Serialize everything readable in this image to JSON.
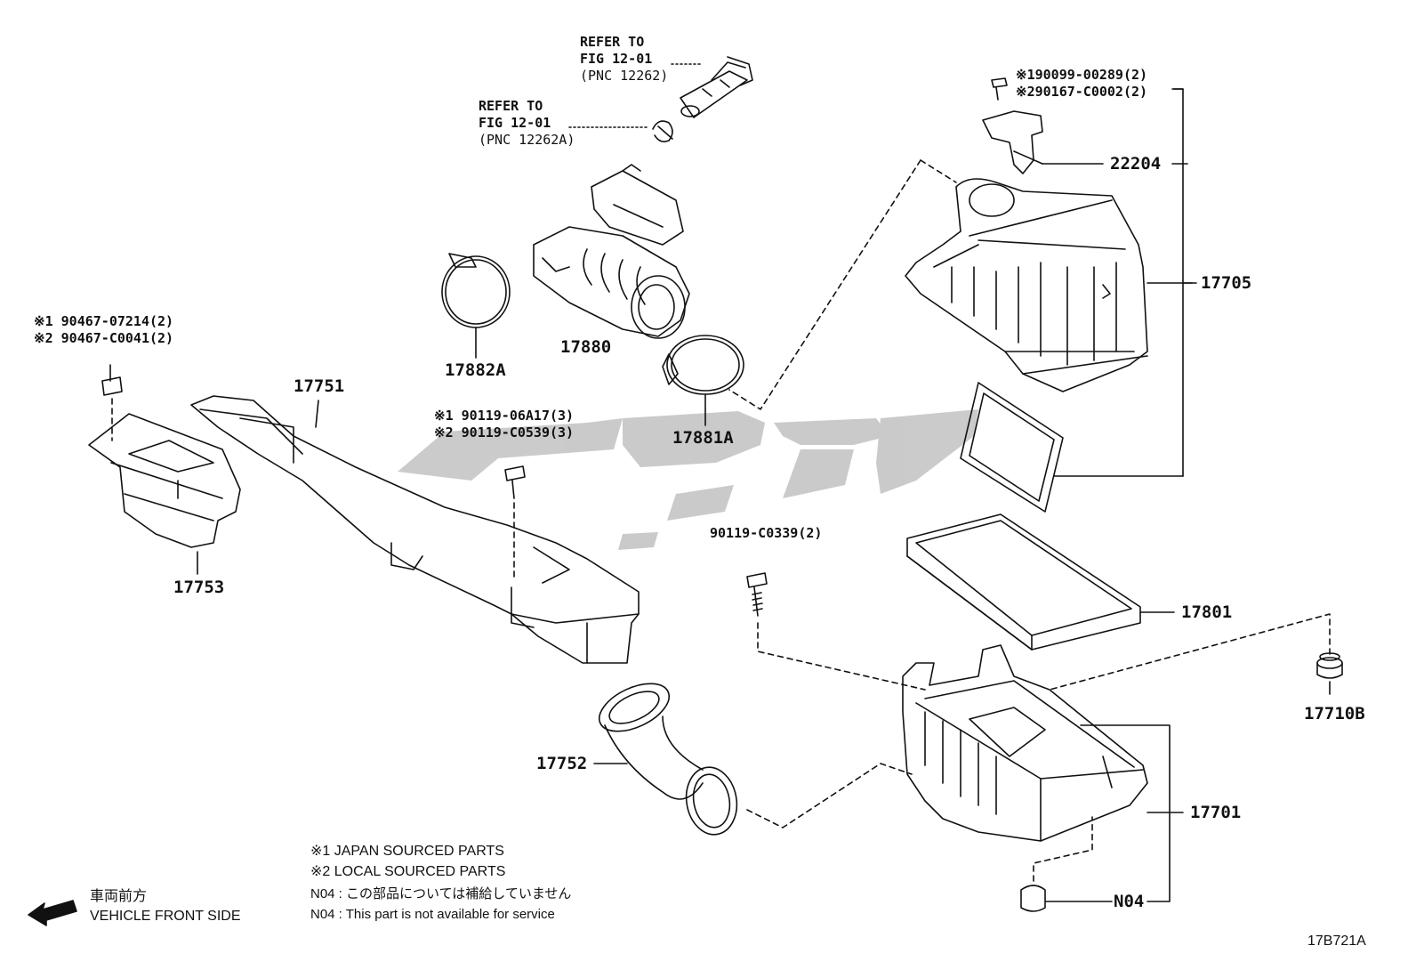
{
  "refs": {
    "ref1": {
      "line1": "REFER TO",
      "line2": "FIG 12-01",
      "line3": "(PNC 12262)"
    },
    "ref2": {
      "line1": "REFER TO",
      "line2": "FIG 12-01",
      "line3": "(PNC 12262A)"
    }
  },
  "fastener_notes": {
    "bolt_22204": {
      "line1": "※190099-00289(2)",
      "line2": "※290167-C0002(2)"
    },
    "bolt_17753": {
      "line1": "※1 90467-07214(2)",
      "line2": "※2 90467-C0041(2)"
    },
    "bolt_17751": {
      "line1": "※1 90119-06A17(3)",
      "line2": "※2 90119-C0539(3)"
    },
    "bolt_17701": {
      "line1": "90119-C0339(2)"
    }
  },
  "parts": {
    "p22204": "22204",
    "p17705": "17705",
    "p17880": "17880",
    "p17882A": "17882A",
    "p17881A": "17881A",
    "p17751": "17751",
    "p17753": "17753",
    "p17801": "17801",
    "p17710B": "17710B",
    "p17752": "17752",
    "p17701": "17701",
    "pN04": "N04"
  },
  "legend": {
    "jp": "※1 JAPAN SOURCED PARTS",
    "local": "※2 LOCAL SOURCED PARTS",
    "n04_jp": "N04 : この部品については補給していません",
    "n04_en": "N04 : This part is not available for service"
  },
  "front": {
    "jp": "車両前方",
    "en": "VEHICLE FRONT SIDE"
  },
  "figure_id": "17B721A",
  "colors": {
    "line": "#111111",
    "watermark": "#c8c8c8"
  }
}
